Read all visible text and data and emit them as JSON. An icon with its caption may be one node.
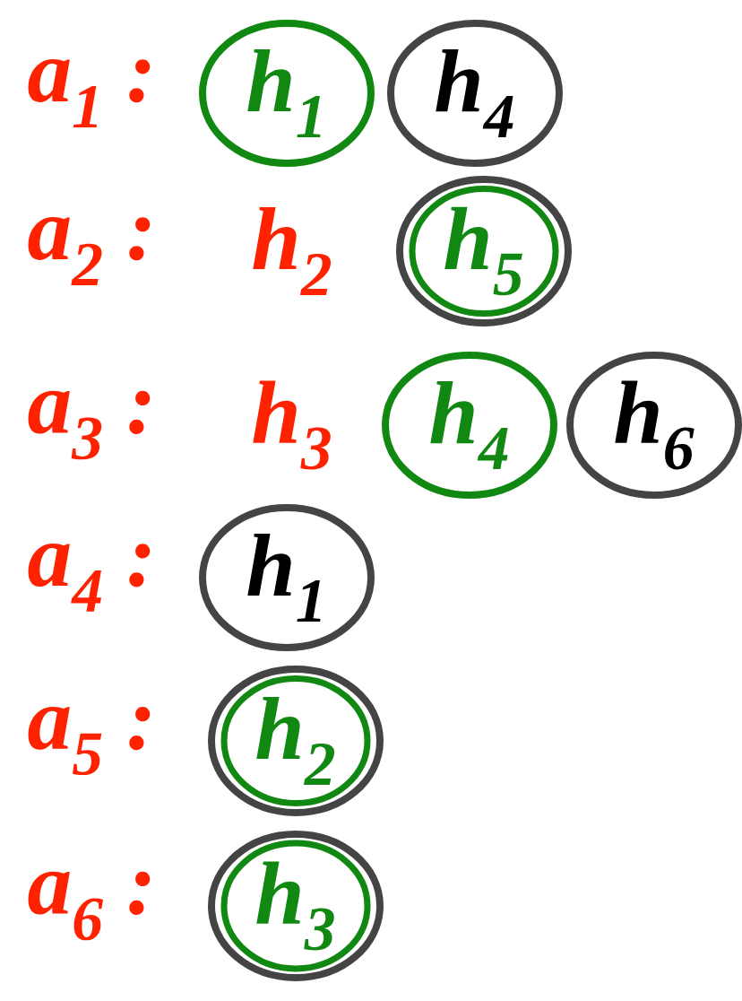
{
  "diagram": {
    "nodes": [
      {
        "text": [
          "h$_{1}$"
        ]
      },
      {
        "text": [
          "h$_{4}$"
        ]
      },
      {
        "text": [
          "h$_{5}$"
        ]
      },
      {
        "text": [
          "h$_{4}$"
        ]
      },
      {
        "text": [
          "h$_{6}$"
        ]
      },
      {
        "text": [
          "h$_{1}$"
        ]
      },
      {
        "text": [
          "h$_{2}$"
        ]
      },
      {
        "text": [
          "h$_{3}$"
        ]
      }
    ],
    "labels": [
      "a$_{1}$ :",
      "a$_{2}$ :",
      "h$_{2}$",
      "a$_{3}$ :",
      "h$_{3}$",
      "a$_{4}$ :",
      "a$_{5}$ :",
      "a$_{6}$ :"
    ]
  }
}
